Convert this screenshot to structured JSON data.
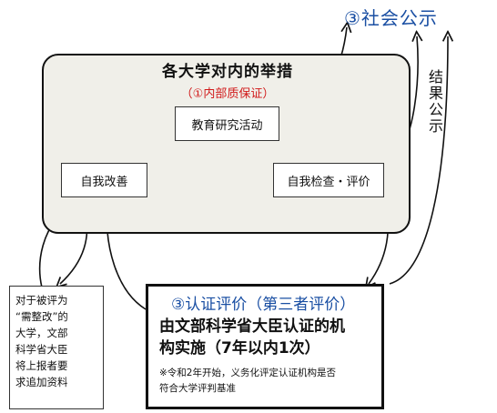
{
  "public": {
    "title": "③社会公示"
  },
  "result_public": {
    "text": "结果公示"
  },
  "panel": {
    "title": "各大学对内的举措",
    "subtitle": "（①内部质保证）"
  },
  "nodes": {
    "edu_research": "教育研究活动",
    "self_improve": "自我改善",
    "self_check": "自我检查・评价"
  },
  "note": {
    "lines": [
      "对于被评为",
      "“需整改”的",
      "大学，文部",
      "科学省大臣",
      "将上报者要",
      "求追加资料"
    ]
  },
  "certification": {
    "title": "③认证评价（第三者评价）",
    "body_line1": "由文部科学省大臣认证的机",
    "body_line2": "构实施（7年以内1次）",
    "note_line1": "※令和2年开始，义务化评定认证机构是否",
    "note_line2": "符合大学评判基准"
  },
  "colors": {
    "accent_blue": "#1a4fa3",
    "accent_red": "#d11a1a",
    "panel_bg": "#f0efe9"
  }
}
